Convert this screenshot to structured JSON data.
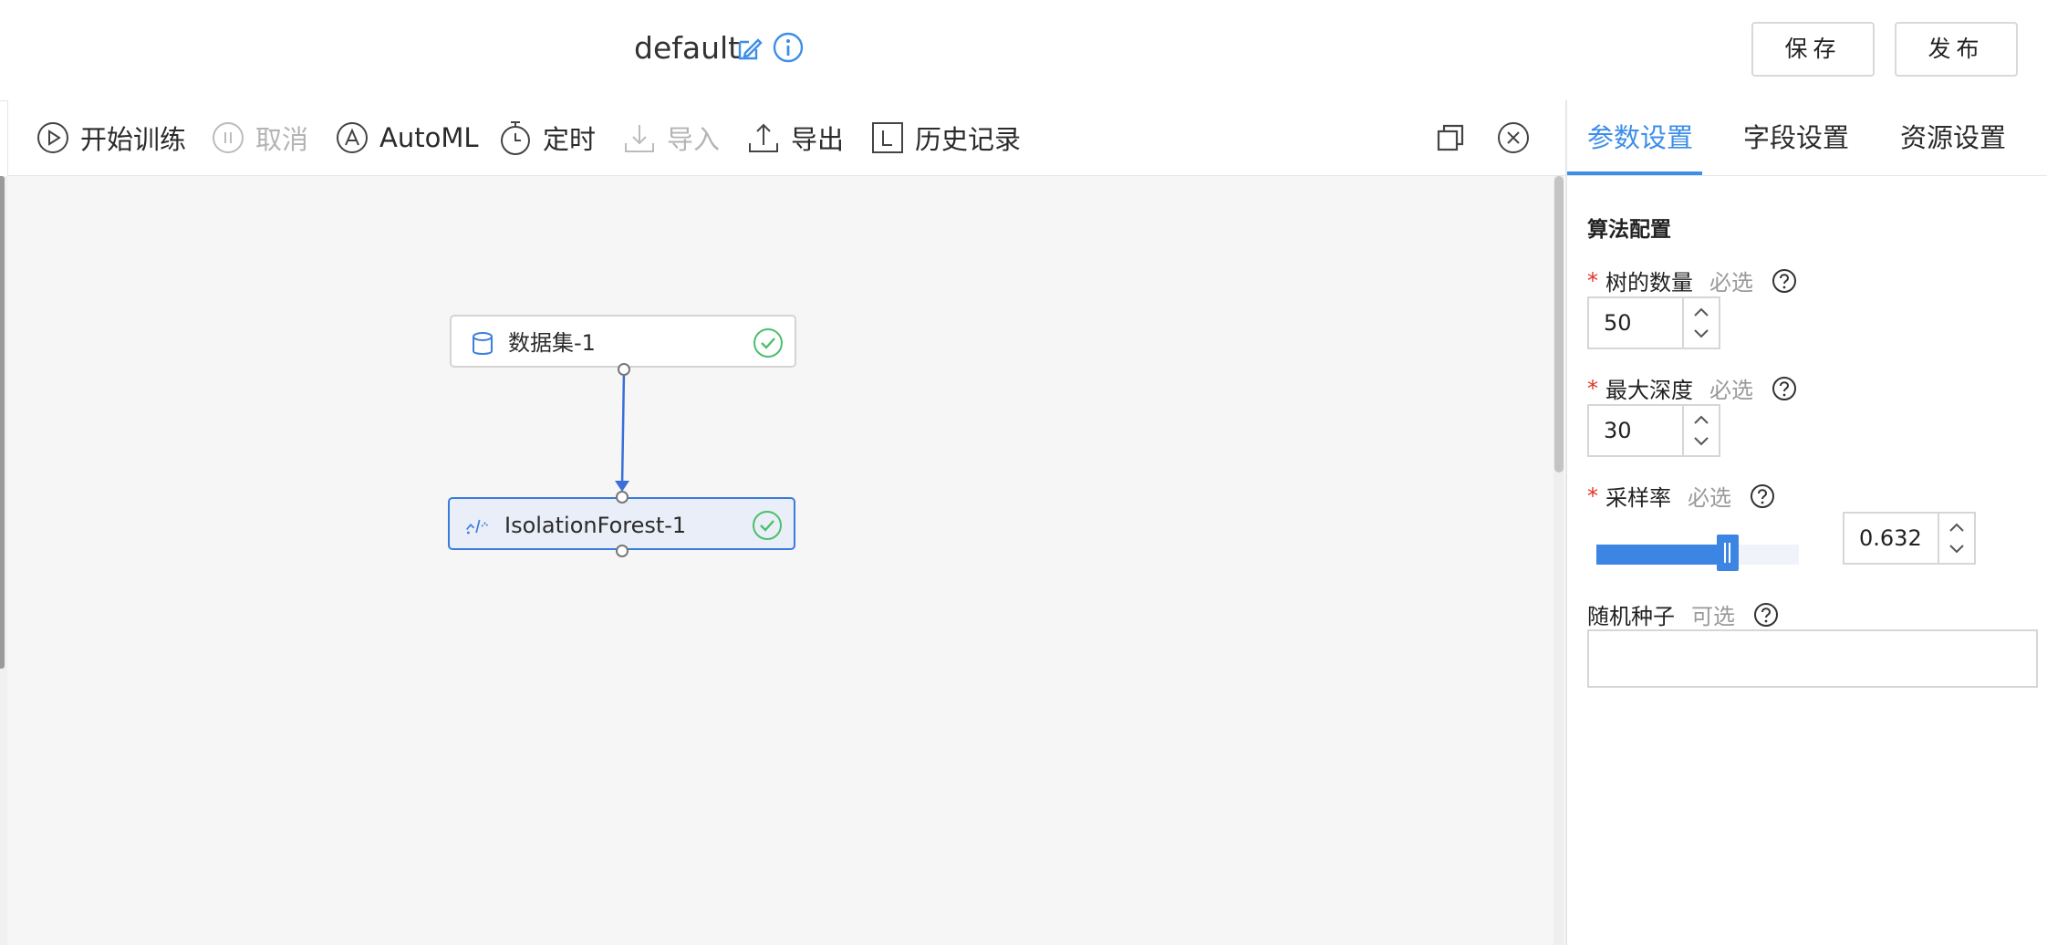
{
  "header": {
    "title": "default",
    "save_label": "保存",
    "publish_label": "发布"
  },
  "toolbar": {
    "start_training": "开始训练",
    "cancel": "取消",
    "automl": "AutoML",
    "schedule": "定时",
    "import": "导入",
    "export": "导出",
    "history": "历史记录"
  },
  "canvas": {
    "nodes": [
      {
        "label": "数据集-1",
        "status": "success"
      },
      {
        "label": "IsolationForest-1",
        "status": "success"
      }
    ]
  },
  "panel": {
    "tabs": [
      "参数设置",
      "字段设置",
      "资源设置"
    ],
    "active_tab": "参数设置",
    "section_title": "算法配置",
    "fields": {
      "num_trees": {
        "label": "树的数量",
        "hint": "必选",
        "value": "50"
      },
      "max_depth": {
        "label": "最大深度",
        "hint": "必选",
        "value": "30"
      },
      "sample_rate": {
        "label": "采样率",
        "hint": "必选",
        "value": "0.632",
        "slider_fraction": 0.632
      },
      "random_seed": {
        "label": "随机种子",
        "hint": "可选",
        "value": ""
      }
    }
  },
  "colors": {
    "accent": "#3d8ee8",
    "required": "#e0332b",
    "success": "#4cbf6a",
    "disabled": "#b4b4b4"
  },
  "icons": {
    "title_edit": "edit-icon",
    "title_info": "info-icon",
    "start": "play-circle-icon",
    "cancel": "pause-circle-icon",
    "automl": "automl-icon",
    "schedule": "stopwatch-icon",
    "import": "download-icon",
    "export": "upload-icon",
    "history": "history-icon",
    "copy": "copy-icon",
    "close": "close-circle-icon",
    "dataset": "database-icon",
    "algorithm": "algorithm-icon",
    "status": "check-circle-icon",
    "help": "question-circle-icon"
  }
}
